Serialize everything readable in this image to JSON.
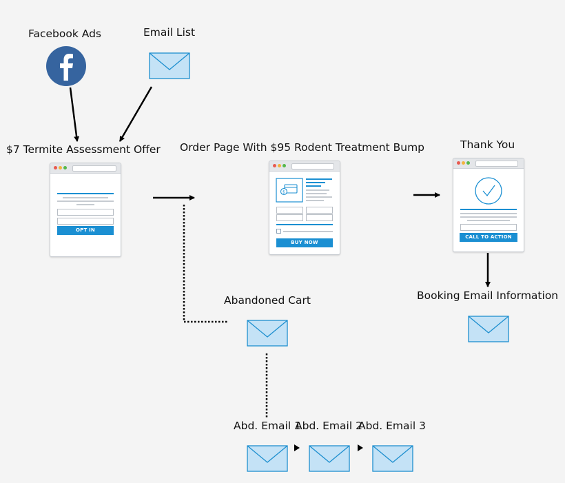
{
  "nodes": {
    "facebook_ads": {
      "label": "Facebook Ads"
    },
    "email_list": {
      "label": "Email List"
    },
    "optin_page": {
      "label": "$7 Termite Assessment Offer",
      "button": "OPT IN"
    },
    "order_page": {
      "label": "Order Page With $95 Rodent Treatment Bump",
      "button": "BUY NOW"
    },
    "thank_you": {
      "label": "Thank You",
      "button": "CALL TO ACTION"
    },
    "booking_email": {
      "label": "Booking Email Information"
    },
    "abandoned_cart": {
      "label": "Abandoned Cart"
    },
    "abd_email_1": {
      "label": "Abd. Email 1"
    },
    "abd_email_2": {
      "label": "Abd. Email 2"
    },
    "abd_email_3": {
      "label": "Abd. Email 3"
    }
  },
  "colors": {
    "facebook": "#36649f",
    "envelope_fill": "#c4e2f6",
    "envelope_stroke": "#1e8fcf",
    "button": "#1b8fd2"
  }
}
